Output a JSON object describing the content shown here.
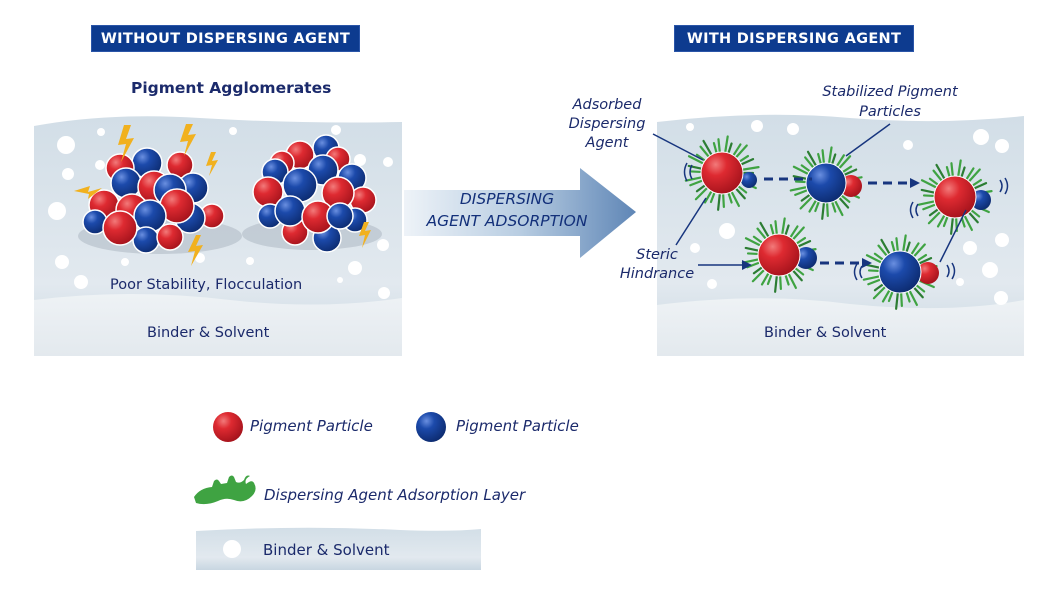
{
  "left_panel": {
    "banner": "WITHOUT DISPERSING AGENT",
    "subtitle": "Pigment Agglomerates",
    "caption": "Poor Stability, Flocculation",
    "medium": "Binder & Solvent"
  },
  "transition_arrow": {
    "line1": "DISPERSING",
    "line2": "AGENT ADSORPTION"
  },
  "right_panel": {
    "banner": "WITH DISPERSING AGENT",
    "callout_adsorbed": [
      "Adsorbed",
      "Dispersing",
      "Agent"
    ],
    "callout_stabilized": [
      "Stabilized Pigment",
      "Particles"
    ],
    "callout_steric": [
      "Steric",
      "Hindrance"
    ],
    "medium": "Binder & Solvent"
  },
  "legend": {
    "red_particle": "Pigment Particle",
    "blue_particle": "Pigment Particle",
    "adsorption_layer": "Dispersing Agent Adsorption Layer",
    "medium": "Binder & Solvent"
  },
  "colors": {
    "banner": "#0d3b8f",
    "red_particle": "#d3202a",
    "blue_particle": "#1441a0",
    "dispersant": "#3fa342",
    "medium": "#d9e3ea",
    "text": "#1b2a6b"
  }
}
